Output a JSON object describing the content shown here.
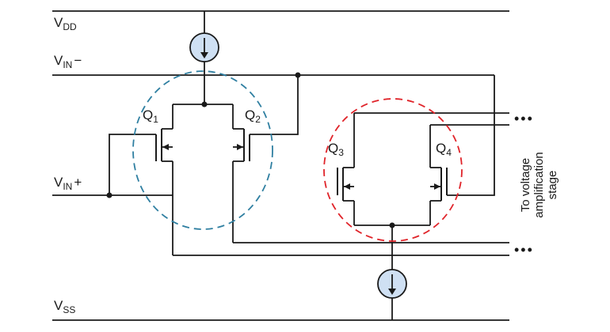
{
  "rails": {
    "vdd": {
      "main": "V",
      "sub": "DD",
      "suffix": ""
    },
    "vin_minus": {
      "main": "V",
      "sub": "IN",
      "suffix": "−"
    },
    "vin_plus": {
      "main": "V",
      "sub": "IN",
      "suffix": "+"
    },
    "vss": {
      "main": "V",
      "sub": "SS",
      "suffix": ""
    }
  },
  "transistors": {
    "q1": {
      "main": "Q",
      "sub": "1"
    },
    "q2": {
      "main": "Q",
      "sub": "2"
    },
    "q3": {
      "main": "Q",
      "sub": "3"
    },
    "q4": {
      "main": "Q",
      "sub": "4"
    }
  },
  "output_label": {
    "line1": "To voltage",
    "line2": "amplification",
    "line3": "stage"
  },
  "continuation": "•••",
  "colors": {
    "wire": "#1a1a1a",
    "current_source_fill": "#cfe0f3",
    "blue_outline": "#2f7fa1",
    "red_outline": "#e0242a"
  }
}
